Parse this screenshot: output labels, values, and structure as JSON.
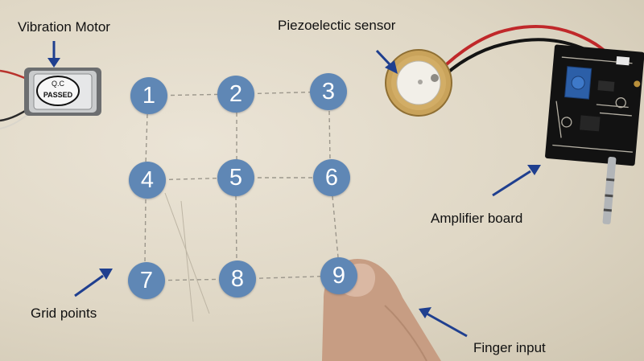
{
  "labels": {
    "vibration_motor": "Vibration Motor",
    "piezo_sensor": "Piezoelectic sensor",
    "amplifier_board": "Amplifier board",
    "grid_points": "Grid points",
    "finger_input": "Finger input"
  },
  "motor_stamp": {
    "line1": "Q.C",
    "line2": "PASSED"
  },
  "grid": {
    "points": [
      "1",
      "2",
      "3",
      "4",
      "5",
      "6",
      "7",
      "8",
      "9"
    ]
  },
  "colors": {
    "grid_point_fill": "#5f87b5",
    "arrow": "#1f3f8f",
    "label_text": "#111111",
    "surface": "#e3dccb",
    "pcb": "#121212",
    "potentiometer": "#2c5fa8",
    "wire_red": "#c0282a",
    "wire_black": "#141414",
    "piezo_brass": "#c9a35b"
  }
}
